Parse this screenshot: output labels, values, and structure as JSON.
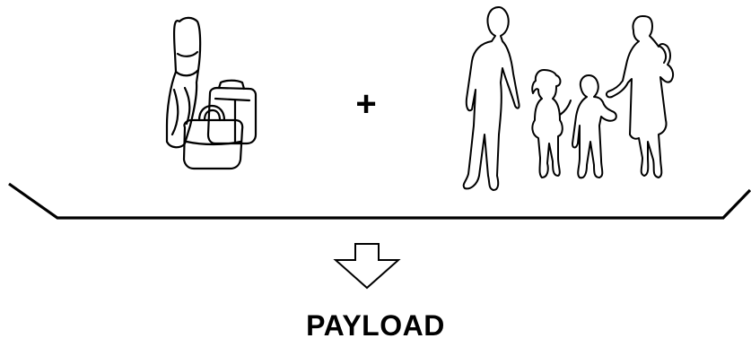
{
  "diagram": {
    "operator": "+",
    "result_label": "PAYLOAD",
    "items": [
      {
        "name": "luggage",
        "icon": "luggage-icon"
      },
      {
        "name": "family",
        "icon": "family-silhouette-icon"
      }
    ],
    "colors": {
      "stroke": "#000000",
      "background": "#ffffff"
    }
  }
}
